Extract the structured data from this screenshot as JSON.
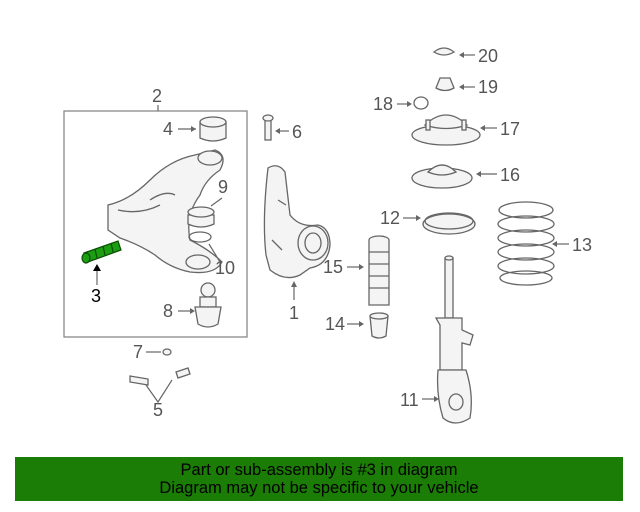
{
  "diagram": {
    "highlight_color": "#1b9e10",
    "callouts": [
      "2",
      "3",
      "4",
      "5",
      "6",
      "7",
      "8",
      "9",
      "10",
      "1",
      "11",
      "12",
      "13",
      "14",
      "15",
      "16",
      "17",
      "18",
      "19",
      "20"
    ]
  },
  "banner": {
    "line1": "Part or sub-assembly is #3 in diagram",
    "line2": "Diagram may not be specific to your vehicle",
    "background": "#1b7c06"
  }
}
